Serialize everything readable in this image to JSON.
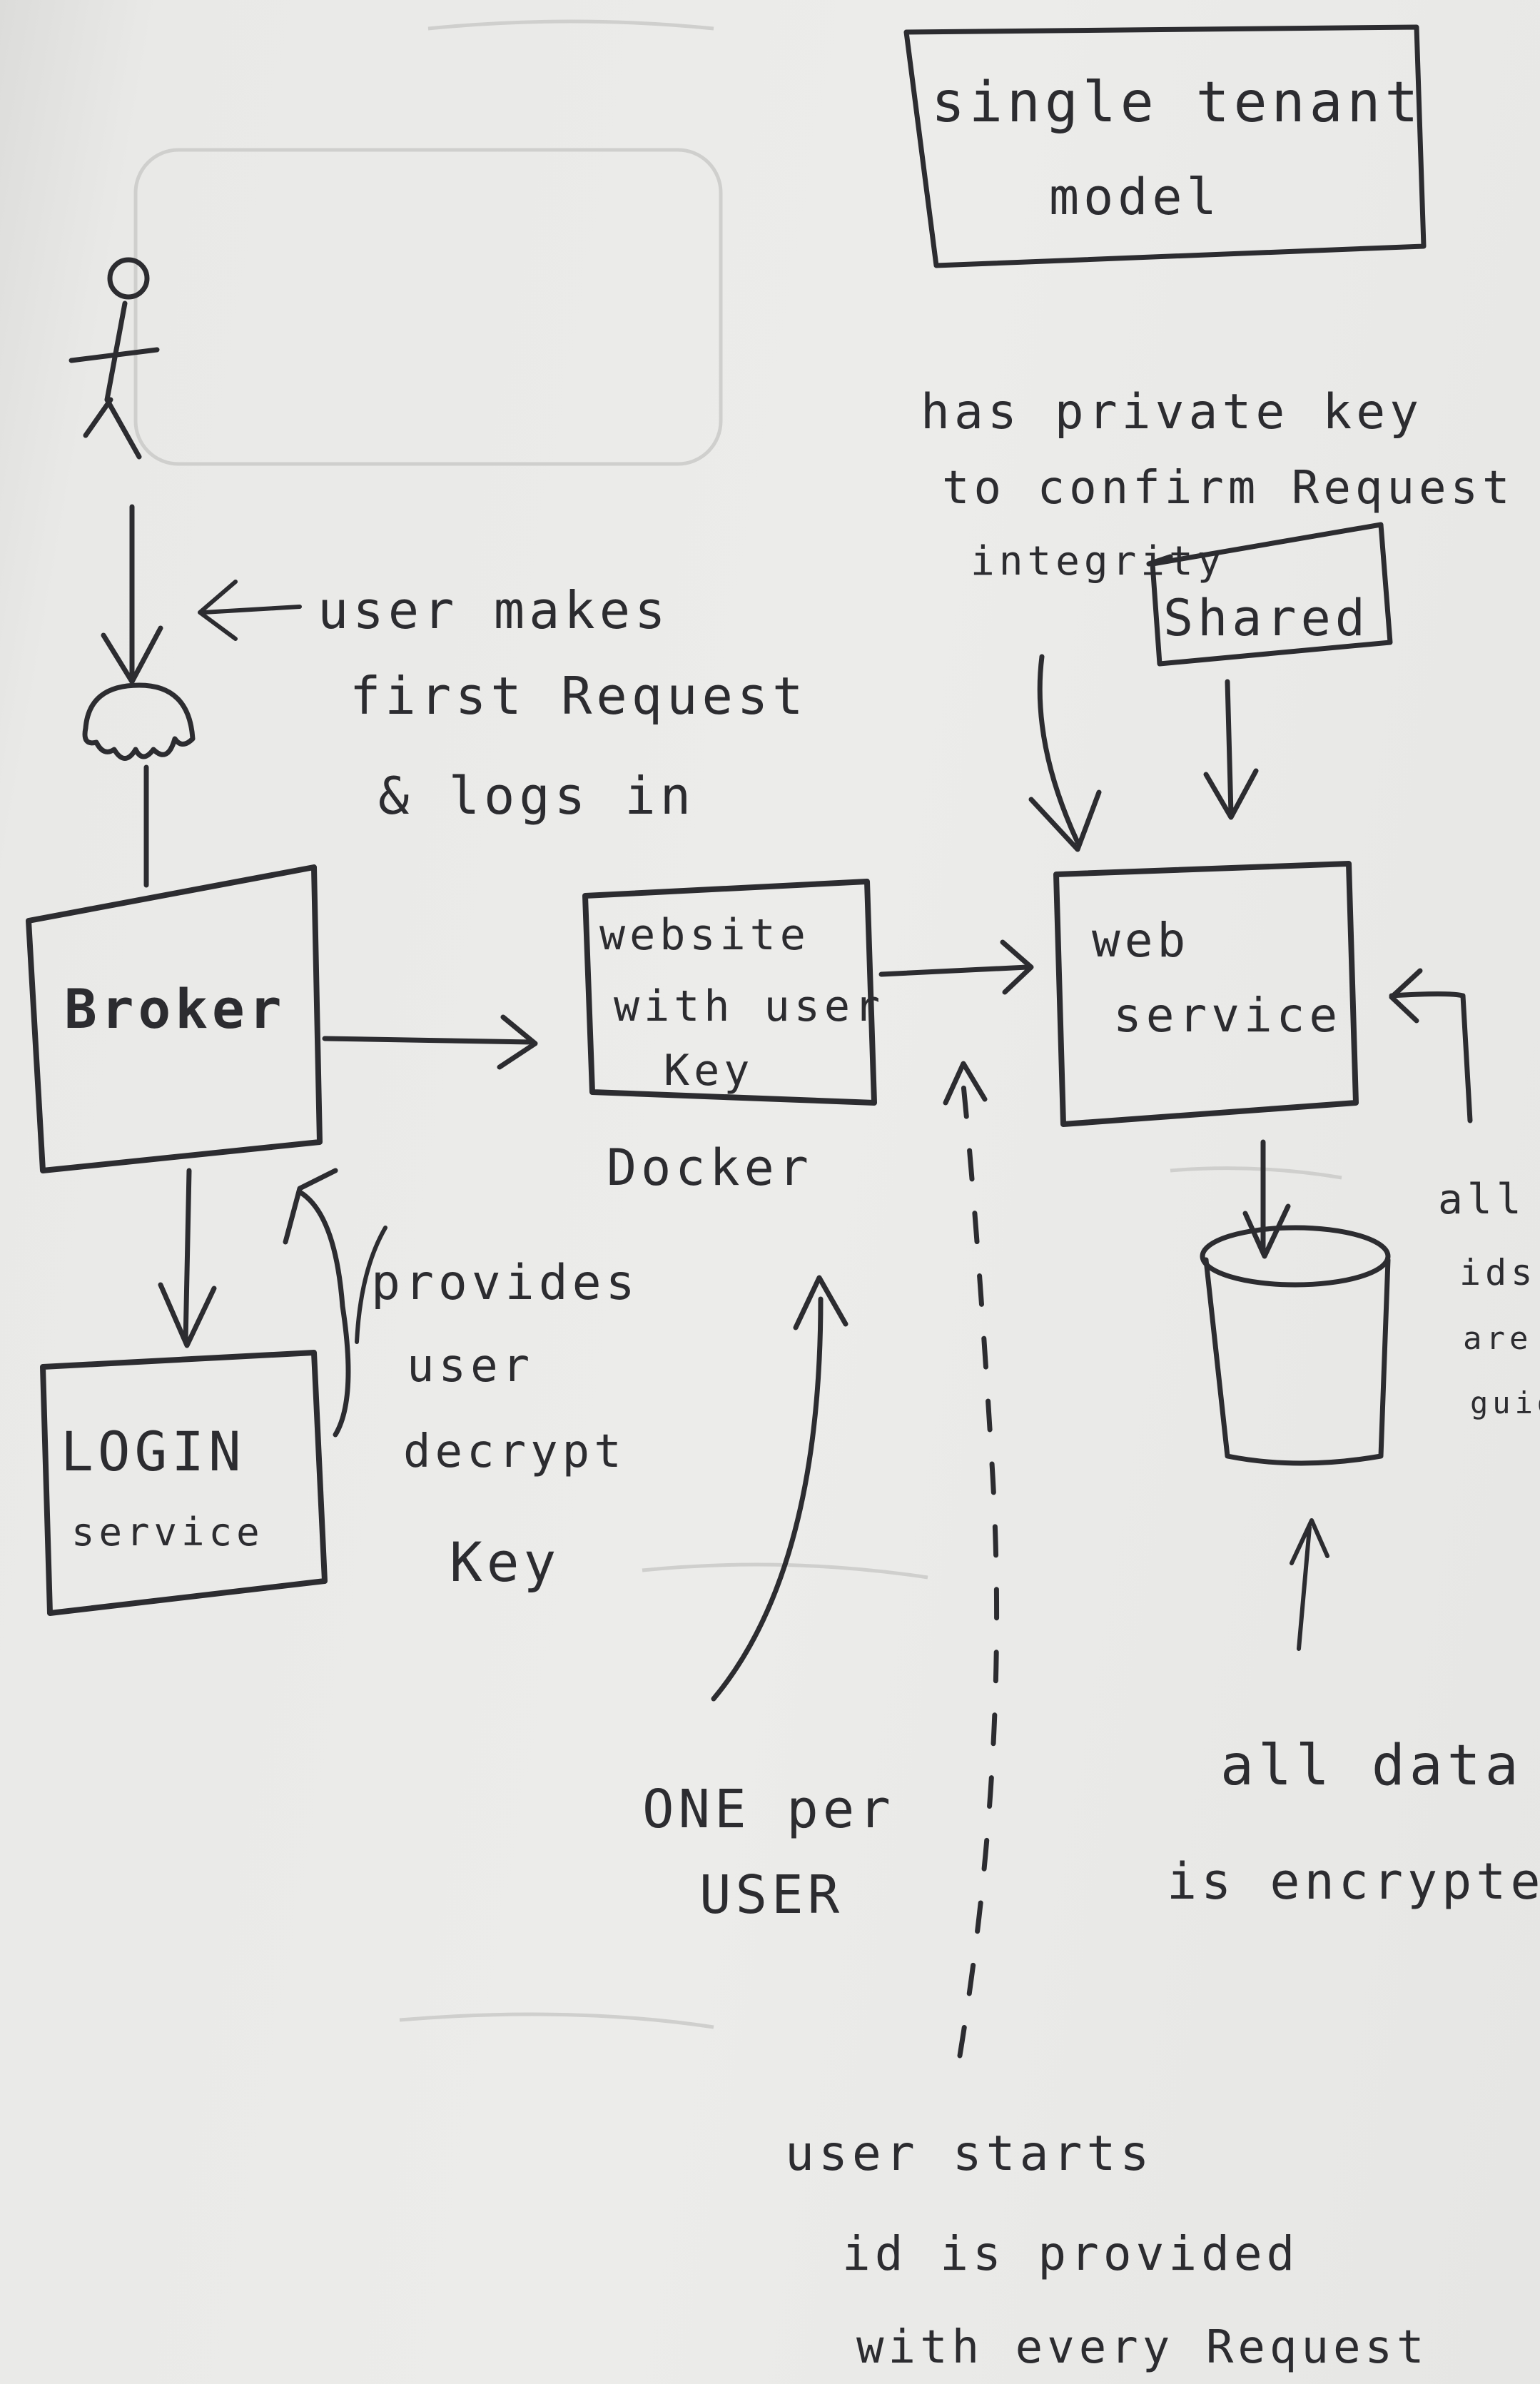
{
  "title_box": {
    "line1": "single tenant",
    "line2": "model"
  },
  "user_note": {
    "line1": "user makes",
    "line2": "first Request",
    "line3": "& logs in"
  },
  "broker": {
    "label": "Broker"
  },
  "container": {
    "line1": "website",
    "line2": "with user",
    "line3": "Key",
    "caption": "Docker"
  },
  "web_service": {
    "line1": "web",
    "line2": "service"
  },
  "login_service": {
    "line1": "LOGIN",
    "line2": "service"
  },
  "provides_note": {
    "line1": "provides",
    "line2": "user",
    "line3": "decrypt",
    "line4": "Key"
  },
  "private_key_note": {
    "line1": "has private key",
    "line2": "to confirm Request",
    "line3": "integrity"
  },
  "shared_label": "Shared",
  "ids_note": {
    "line1": "all",
    "line2": "ids",
    "line3": "are",
    "line4": "guid"
  },
  "encrypted_note": {
    "line1": "all data",
    "line2": "is encrypted"
  },
  "one_per_user_note": {
    "line1": "ONE per",
    "line2": "USER"
  },
  "user_id_note": {
    "line1": "user starts",
    "line2": "id is provided",
    "line3": "with every Request"
  }
}
